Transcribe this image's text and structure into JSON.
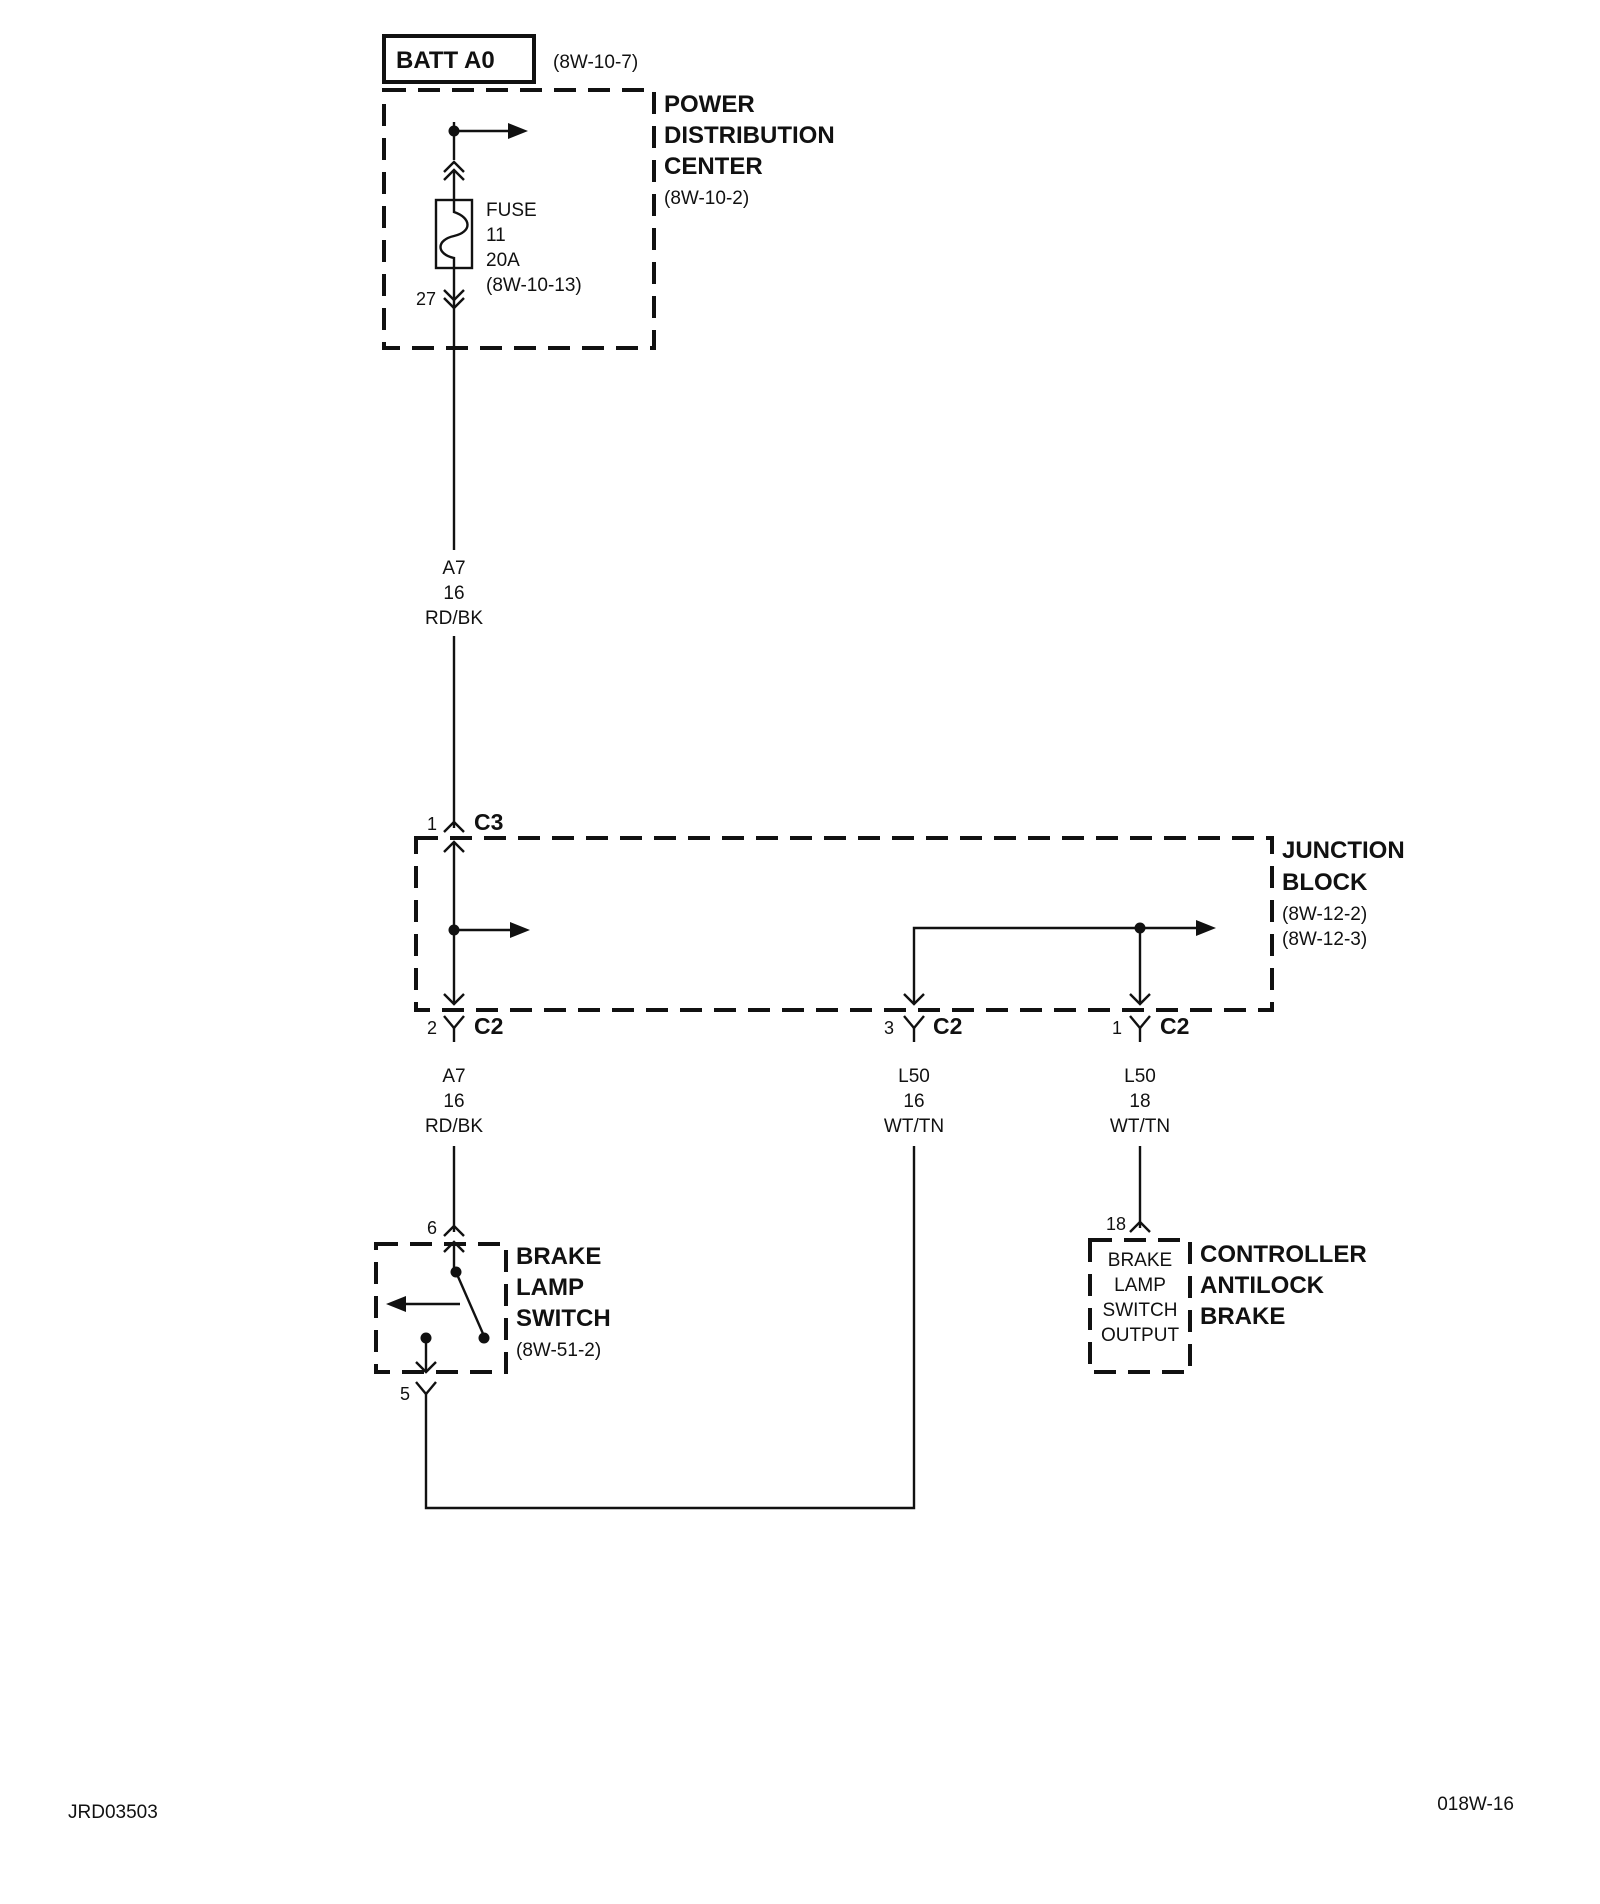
{
  "battery": {
    "label": "BATT A0",
    "ref": "(8W-10-7)"
  },
  "pdc": {
    "line1": "POWER",
    "line2": "DISTRIBUTION",
    "line3": "CENTER",
    "ref": "(8W-10-2)",
    "fuse": {
      "line1": "FUSE",
      "line2": "11",
      "line3": "20A",
      "ref": "(8W-10-13)"
    },
    "pin": "27"
  },
  "wire_a7_top": {
    "circuit": "A7",
    "gauge": "16",
    "color": "RD/BK"
  },
  "junction_block": {
    "line1": "JUNCTION",
    "line2": "BLOCK",
    "ref1": "(8W-12-2)",
    "ref2": "(8W-12-3)",
    "c3": {
      "pin": "1",
      "name": "C3"
    },
    "c2_left": {
      "pin": "2",
      "name": "C2"
    },
    "c2_mid": {
      "pin": "3",
      "name": "C2"
    },
    "c2_right": {
      "pin": "1",
      "name": "C2"
    }
  },
  "wire_a7_bottom": {
    "circuit": "A7",
    "gauge": "16",
    "color": "RD/BK"
  },
  "wire_l50_mid": {
    "circuit": "L50",
    "gauge": "16",
    "color": "WT/TN"
  },
  "wire_l50_right": {
    "circuit": "L50",
    "gauge": "18",
    "color": "WT/TN"
  },
  "brake_lamp_switch": {
    "line1": "BRAKE",
    "line2": "LAMP",
    "line3": "SWITCH",
    "ref": "(8W-51-2)",
    "pin_top": "6",
    "pin_bottom": "5"
  },
  "controller": {
    "line1": "CONTROLLER",
    "line2": "ANTILOCK",
    "line3": "BRAKE",
    "pin": "18",
    "inner1": "BRAKE",
    "inner2": "LAMP",
    "inner3": "SWITCH",
    "inner4": "OUTPUT"
  },
  "footer": {
    "left": "JRD03503",
    "right": "018W-16"
  }
}
